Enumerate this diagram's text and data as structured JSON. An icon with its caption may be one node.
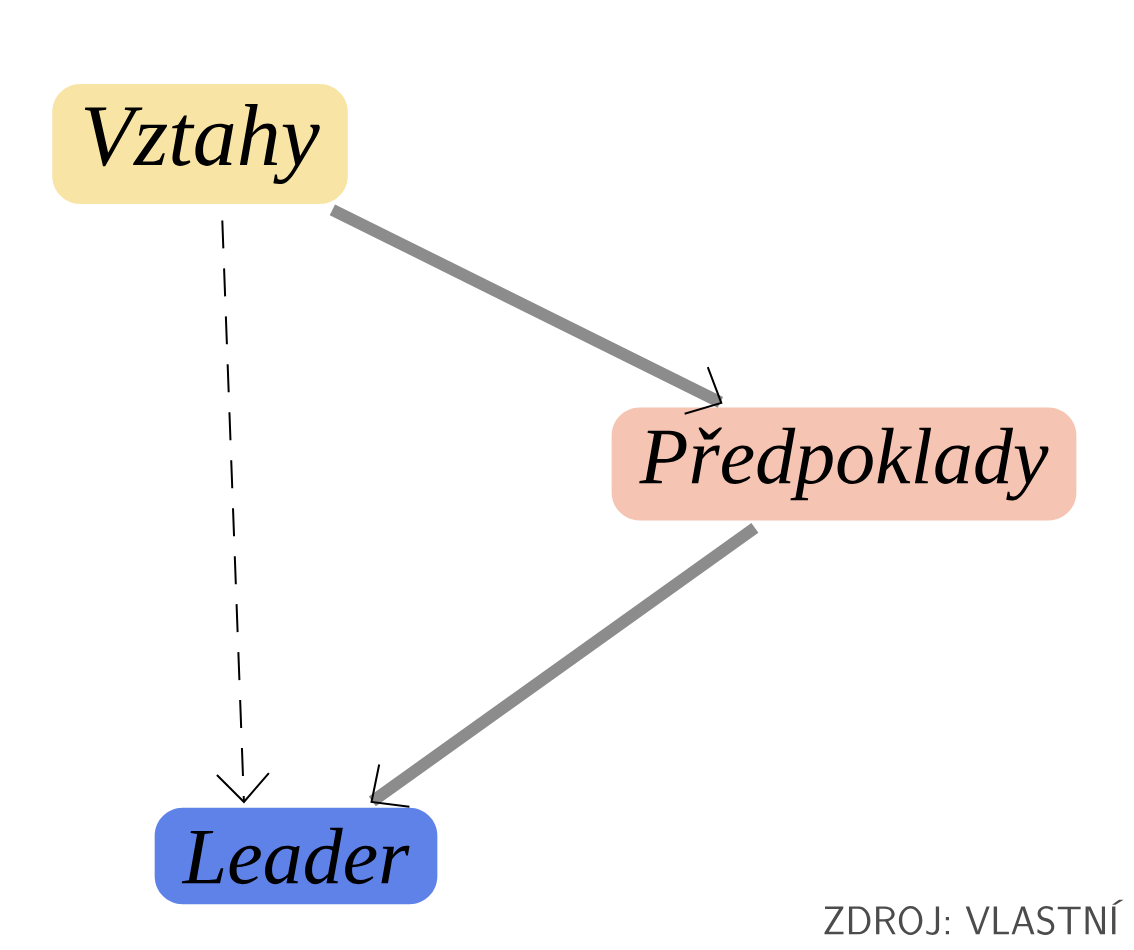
{
  "diagram": {
    "nodes": [
      {
        "text": [
          "Vztahy"
        ]
      },
      {
        "text": [
          "Předpoklady"
        ]
      },
      {
        "text": [
          "Leader"
        ]
      }
    ],
    "edges": [
      {
        "from": 0,
        "to": 1,
        "arrow": "to"
      },
      {
        "from": 1,
        "to": 2,
        "arrow": "to"
      },
      {
        "from": 0,
        "to": 2,
        "arrow": "to",
        "style": "dashed",
        "color": "#000000"
      }
    ],
    "labels": [
      "ZDROJ: VLASTNÍ"
    ]
  }
}
